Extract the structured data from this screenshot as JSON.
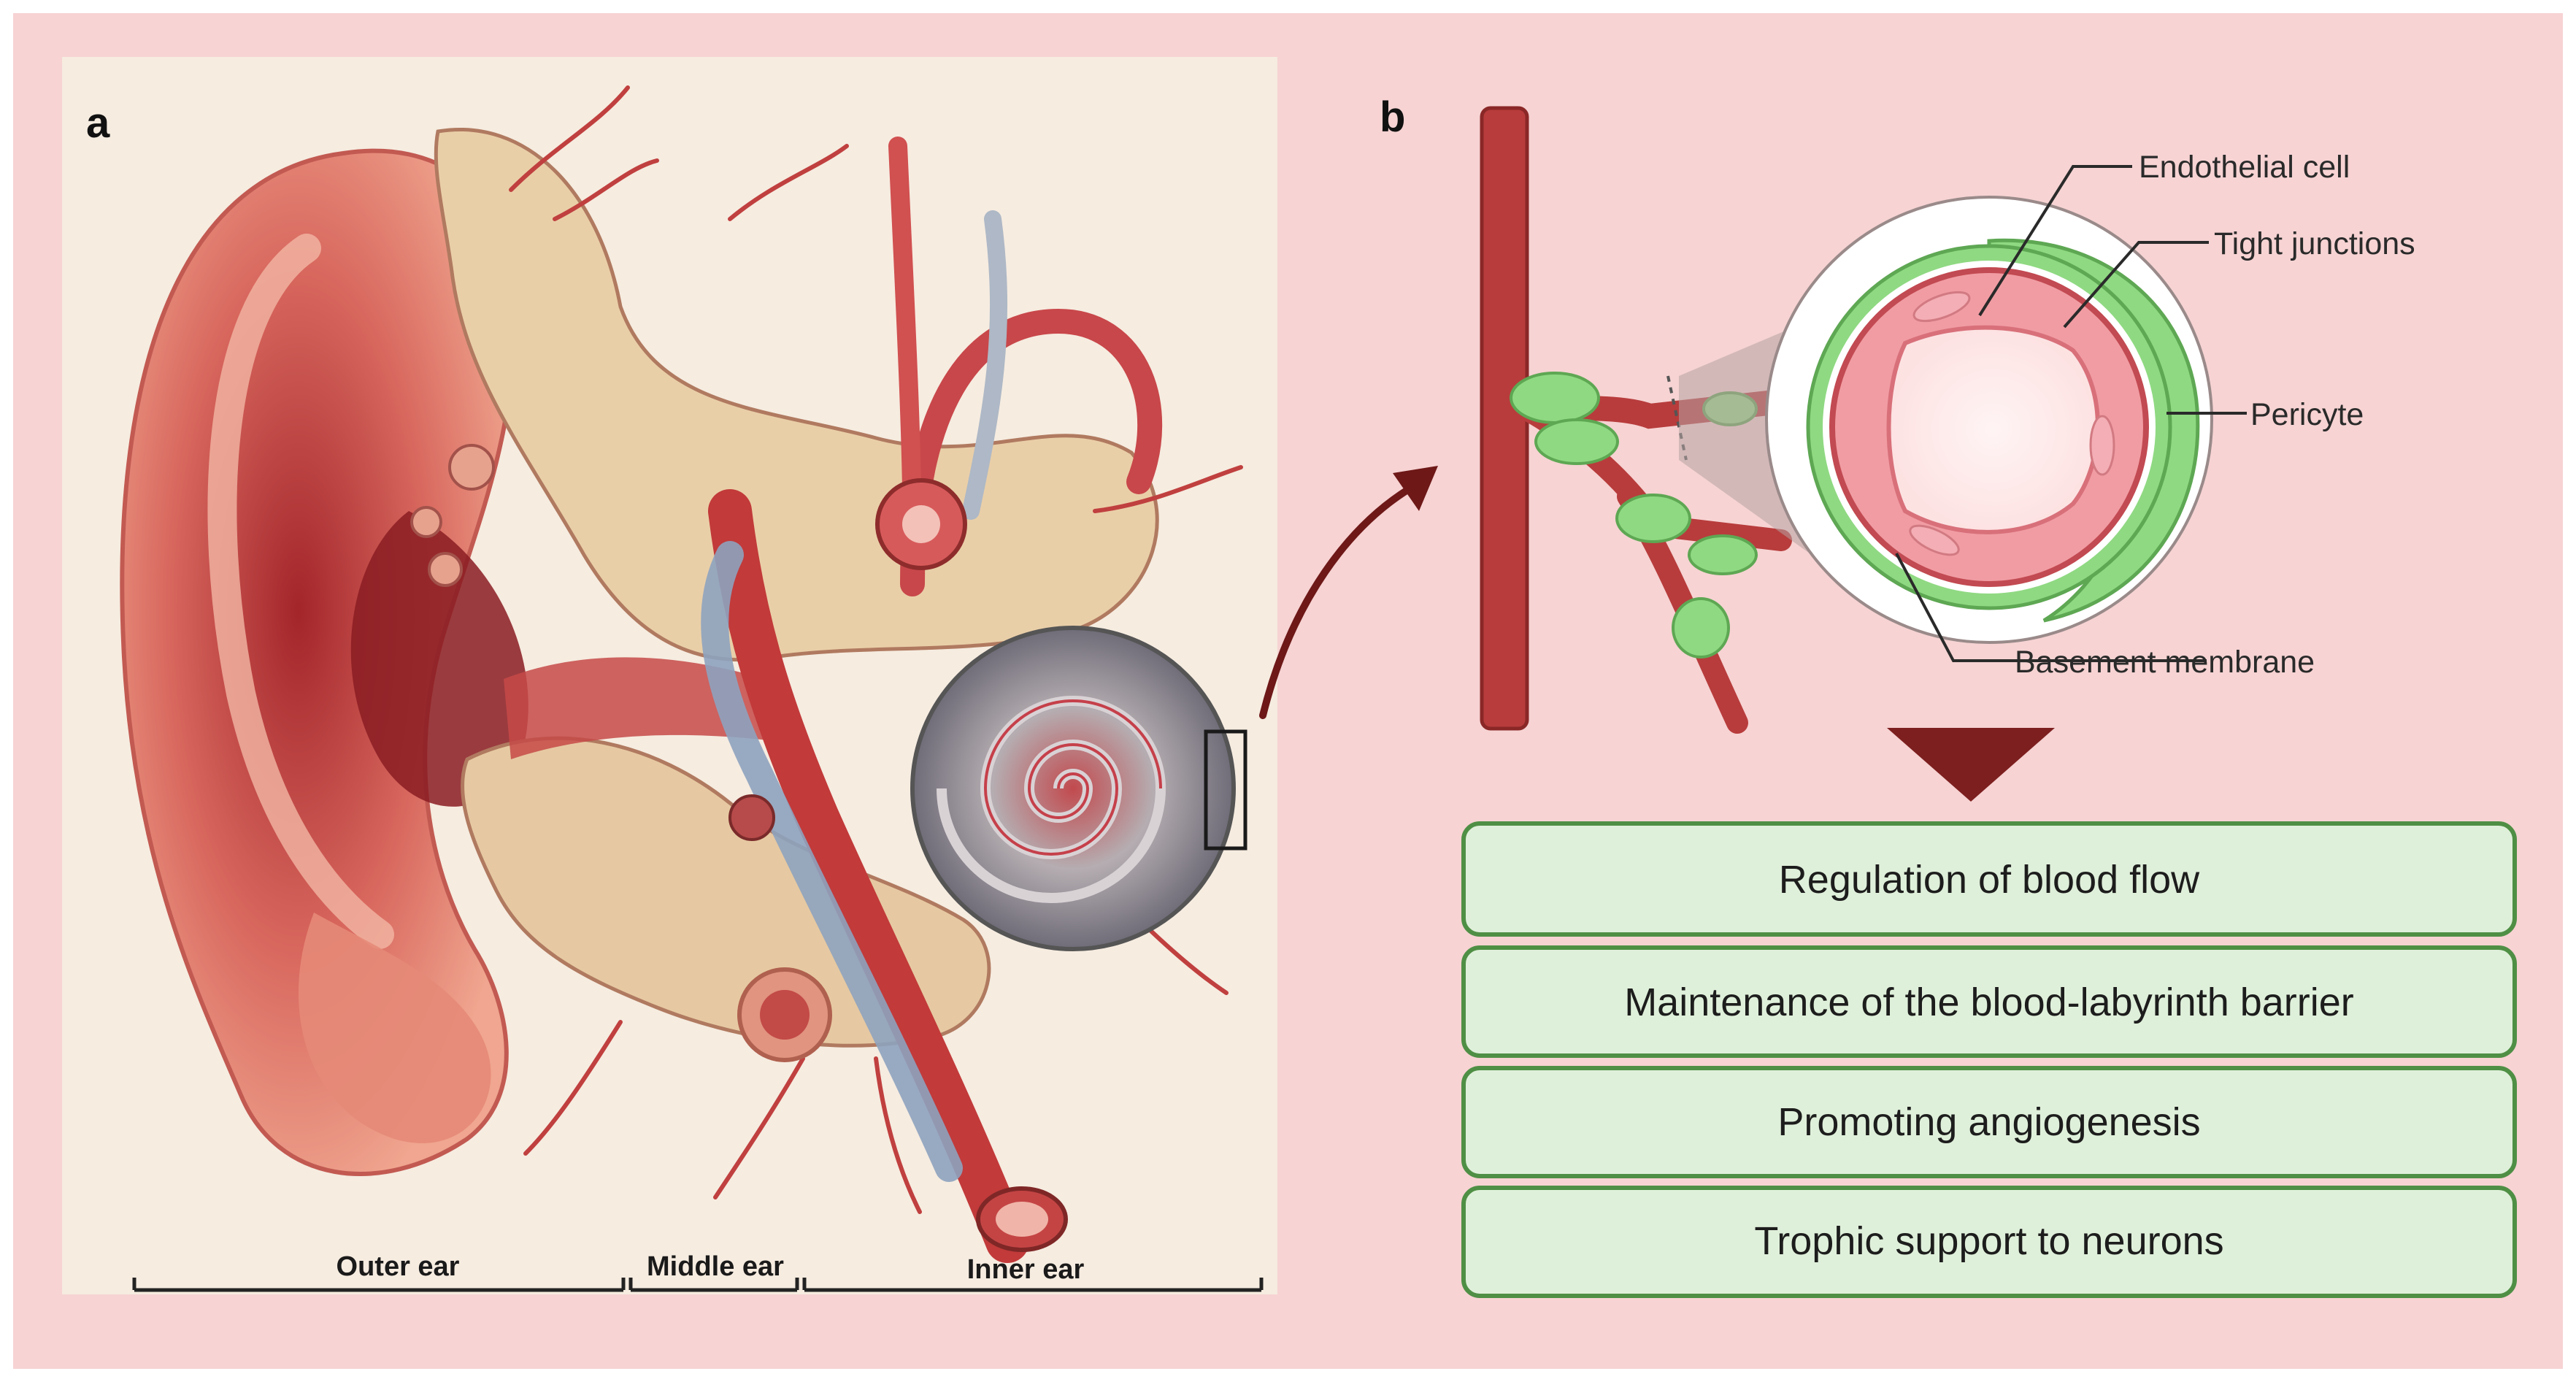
{
  "panel_a": {
    "letter": "a",
    "segments": [
      "Outer ear",
      "Middle ear",
      "Inner ear"
    ]
  },
  "panel_b": {
    "letter": "b",
    "callouts": {
      "endothelial": "Endothelial cell",
      "tight": "Tight junctions",
      "pericyte": "Pericyte",
      "basement": "Basement membrane"
    },
    "functions": [
      "Regulation of blood flow",
      "Maintenance of the blood-labyrinth barrier",
      "Promoting angiogenesis",
      "Trophic support to neurons"
    ]
  },
  "colors": {
    "background": "#f7d3d3",
    "illustration_bg": "#f6ece0",
    "vessel": "#b83c3c",
    "pericyte_green": "#8fd982",
    "box_fill": "#dff0da",
    "box_border": "#4f8f45",
    "arrow": "#6e1818"
  }
}
